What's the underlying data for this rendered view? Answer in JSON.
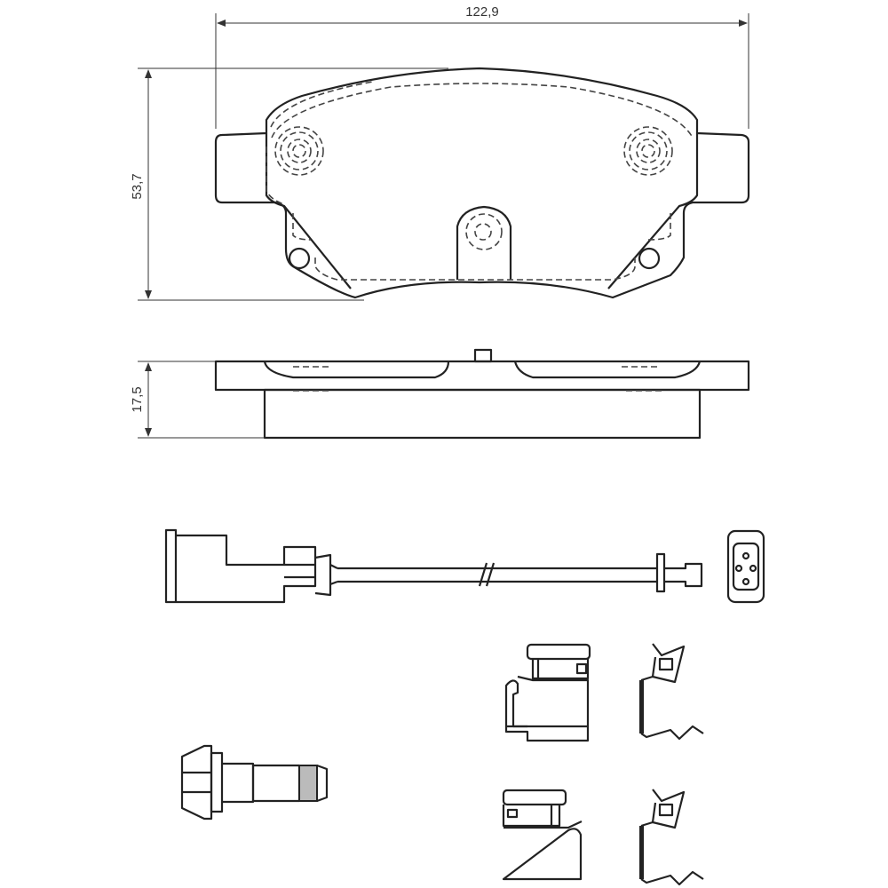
{
  "dimensions": {
    "width": "122,9",
    "height": "53,7",
    "thickness": "17,5"
  },
  "colors": {
    "line": "#222222",
    "background": "#ffffff"
  }
}
